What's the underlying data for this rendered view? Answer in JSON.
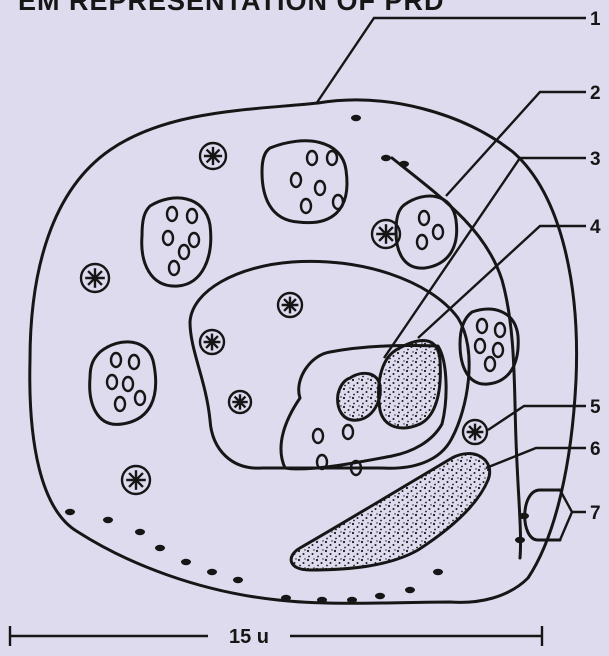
{
  "title": "EM REPRESENTATION OF PRD",
  "labels": [
    "1",
    "2",
    "3",
    "4",
    "5",
    "6",
    "7"
  ],
  "scale_bar": {
    "label": "15 u"
  },
  "colors": {
    "background": "#dedbee",
    "ink": "#161616",
    "stipple": "#1a1a1a"
  }
}
